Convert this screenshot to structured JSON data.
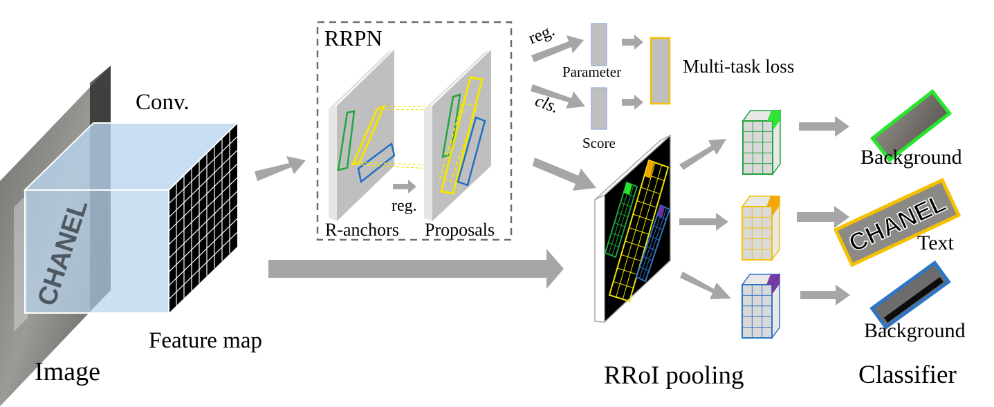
{
  "labels": {
    "image": "Image",
    "conv": "Conv.",
    "feature_map": "Feature map",
    "rrpn": "RRPN",
    "r_anchors": "R-anchors",
    "proposals": "Proposals",
    "reg_inner": "reg.",
    "reg_top": "reg.",
    "cls": "cls.",
    "parameter": "Parameter",
    "score": "Score",
    "multitask_loss": "Multi-task loss",
    "rroi_pooling": "RRoI pooling",
    "classifier": "Classifier",
    "background_top": "Background",
    "text": "Text",
    "background_bottom": "Background",
    "chanel_on_image": "CHANEL",
    "chanel_crop": "CHANEL"
  },
  "colors": {
    "arrow": "#a6a6a6",
    "green": "#22a53c",
    "yellow": "#f5c000",
    "blue": "#2e75c6",
    "bright_green": "#27e52c",
    "orange": "#f0a400",
    "purple": "#7030a0",
    "cube_front": "#b9d5ee",
    "panel_gray": "#bfbfbf"
  }
}
